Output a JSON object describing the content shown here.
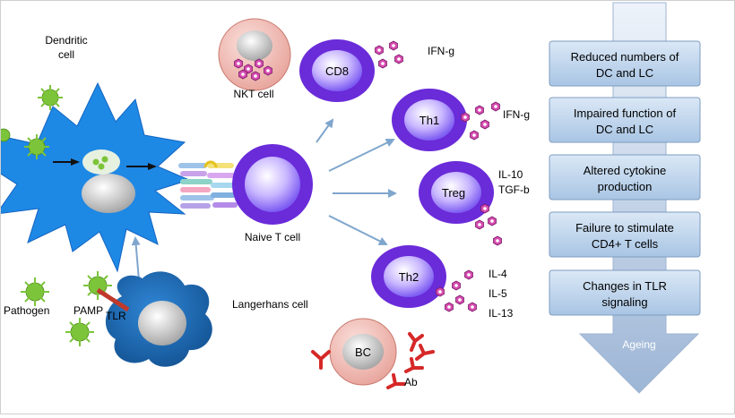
{
  "labels": {
    "dendritic_line1": "Dendritic",
    "dendritic_line2": "cell",
    "nkt": "NKT cell",
    "cd8": "CD8",
    "ifng_top": "IFN-g",
    "th1": "Th1",
    "ifng_th1": "IFN-g",
    "naive": "Naive T cell",
    "treg": "Treg",
    "il10": "IL-10",
    "tgfb": "TGF-b",
    "th2": "Th2",
    "il4": "IL-4",
    "il5": "IL-5",
    "il13": "IL-13",
    "bc": "BC",
    "ab": "Ab",
    "pathogen": "Pathogen",
    "pamp": "PAMP",
    "tlr": "TLR",
    "langerhans": "Langerhans cell"
  },
  "ageing": {
    "label": "Ageing",
    "boxes": [
      {
        "line1": "Reduced numbers of",
        "line2": "DC and LC"
      },
      {
        "line1": "Impaired function of",
        "line2": "DC and LC"
      },
      {
        "line1": "Altered cytokine",
        "line2": "production"
      },
      {
        "line1": "Failure to stimulate",
        "line2": "CD4+ T cells"
      },
      {
        "line1": "Changes in TLR",
        "line2": "signaling"
      }
    ]
  },
  "colors": {
    "dc_blue": "#1e88e5",
    "t_cell_purple": "#6a2bd9",
    "cytokine_pink": "#d64bb0",
    "antibody_red": "#d62828",
    "pathogen_green": "#7cc43a",
    "box_blue": "#b9d1ea"
  }
}
